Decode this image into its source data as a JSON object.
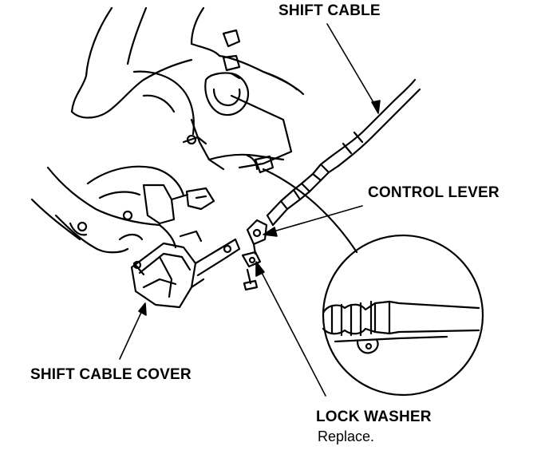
{
  "labels": {
    "shift_cable": "SHIFT CABLE",
    "control_lever": "CONTROL LEVER",
    "shift_cable_cover": "SHIFT CABLE COVER",
    "lock_washer": "LOCK WASHER",
    "lock_washer_note": "Replace."
  },
  "colors": {
    "ink": "#000000",
    "background": "#ffffff"
  }
}
